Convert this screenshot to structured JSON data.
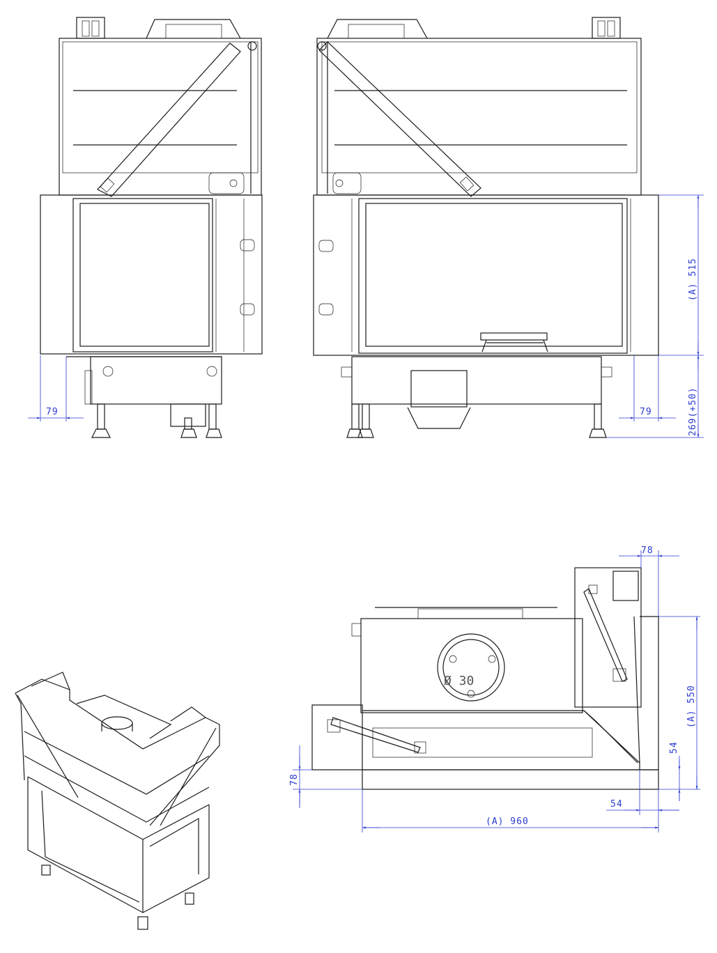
{
  "drawing": {
    "dimensions": {
      "front_left_offset": "79",
      "front_right_offset": "79",
      "glass_height": "(A) 515",
      "base_height": "269(+50)",
      "plan_top_offset": "78",
      "plan_left_offset": "78",
      "plan_depth": "(A) 550",
      "plan_side_small": "54",
      "plan_bottom_small": "54",
      "plan_width": "(A) 960",
      "flue_label": "Ø 30"
    },
    "colors": {
      "line": "#1a1a1a",
      "dimension": "#2b3bd0",
      "background": "#ffffff"
    }
  }
}
